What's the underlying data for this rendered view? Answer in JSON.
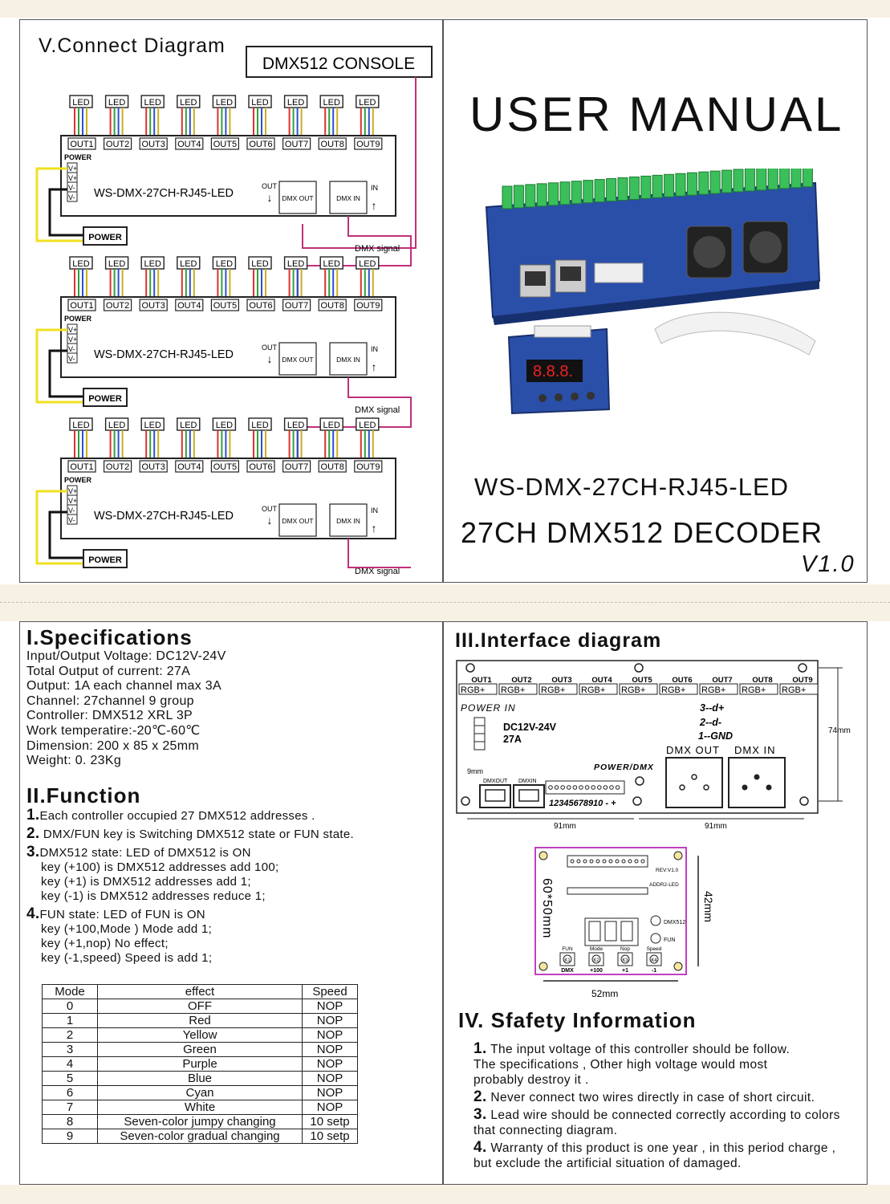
{
  "connect": {
    "title": "V.Connect Diagram",
    "console": "DMX512 CONSOLE",
    "led": "LED",
    "outputs": [
      "OUT1",
      "OUT2",
      "OUT3",
      "OUT4",
      "OUT5",
      "OUT6",
      "OUT7",
      "OUT8",
      "OUT9"
    ],
    "power_label": "POWER",
    "pins": [
      "V+",
      "V+",
      "V-",
      "V-"
    ],
    "model": "WS-DMX-27CH-RJ45-LED",
    "out": "OUT",
    "in": "IN",
    "dmx_out": "DMX OUT",
    "dmx_in": "DMX IN",
    "power_box": "POWER",
    "signal": "DMX  signal"
  },
  "cover": {
    "title": "USER MANUAL",
    "model": "WS-DMX-27CH-RJ45-LED",
    "subtitle": "27CH DMX512 DECODER",
    "version": "V1.0"
  },
  "specs": {
    "title": "I.Specifications",
    "lines": [
      "Input/Output Voltage: DC12V-24V",
      "Total Output of current: 27A",
      "Output: 1A each channel max 3A",
      "Channel: 27channel 9 group",
      "Controller: DMX512 XRL 3P",
      "Work temperatire:-20℃-60℃",
      "Dimension: 200 x 85 x 25mm",
      "Weight: 0. 23Kg"
    ]
  },
  "function": {
    "title": "II.Function",
    "items": [
      {
        "num": "1.",
        "text": "Each  controller  occupied 27 DMX512 addresses .",
        "sub": []
      },
      {
        "num": "2.",
        "text": " DMX/FUN key is Switching  DMX512  state or FUN state.",
        "sub": []
      },
      {
        "num": "3.",
        "text": "DMX512  state:  LED of DMX512 is ON",
        "sub": [
          "key (+100) is DMX512  addresses   add 100;",
          "key (+1) is  DMX512  addresses   add 1;",
          "key (-1) is  DMX512  addresses   reduce 1;"
        ]
      },
      {
        "num": "4.",
        "text": "FUN  state:  LED of FUN  is ON",
        "sub": [
          "key (+100,Mode )  Mode  add 1;",
          "key (+1,nop)  No effect;",
          "key (-1,speed) Speed is add 1;"
        ]
      }
    ]
  },
  "modes": {
    "headers": [
      "Mode",
      "effect",
      "Speed"
    ],
    "rows": [
      [
        "0",
        "OFF",
        "NOP"
      ],
      [
        "1",
        "Red",
        "NOP"
      ],
      [
        "2",
        "Yellow",
        "NOP"
      ],
      [
        "3",
        "Green",
        "NOP"
      ],
      [
        "4",
        "Purple",
        "NOP"
      ],
      [
        "5",
        "Blue",
        "NOP"
      ],
      [
        "6",
        "Cyan",
        "NOP"
      ],
      [
        "7",
        "White",
        "NOP"
      ],
      [
        "8",
        "Seven-color jumpy changing",
        "10 setp"
      ],
      [
        "9",
        "Seven-color gradual changing",
        "10 setp"
      ]
    ]
  },
  "interface": {
    "title": "III.Interface diagram",
    "outs": [
      "OUT1",
      "OUT2",
      "OUT3",
      "OUT4",
      "OUT5",
      "OUT6",
      "OUT7",
      "OUT8",
      "OUT9"
    ],
    "rgb": "RGB+",
    "power_in": "POWER  IN",
    "voltage": "DC12V-24V",
    "current": "27A",
    "pin3": "3--d+",
    "pin2": "2--d-",
    "pin1": "1--GND",
    "dmx_out": "DMX  OUT",
    "dmx_in": "DMX  IN",
    "power_dmx": "POWER/DMX",
    "dim_9": "9mm",
    "dmxout_small": "DMXOUT",
    "dmxin_small": "DMXIN",
    "pins_label": "12345678910 - +",
    "dim_91a": "91mm",
    "dim_91b": "91mm",
    "dim_74": "74mm",
    "board_60x50": "60*50mm",
    "dim_42": "42mm",
    "dim_52": "52mm",
    "keys": [
      "FUN",
      "Mode",
      "Nop",
      "Speed"
    ],
    "key_ids": [
      "K1",
      "K2",
      "K3",
      "K4"
    ],
    "key_bottom": [
      "DMX",
      "+100",
      "+1",
      "-1"
    ],
    "small_dmx512": "DMX512",
    "small_fun": "FUN",
    "small_rev": "REV:V1.0",
    "small_addr": "ADDR2-LED"
  },
  "safety": {
    "title": "IV. Sfafety Information",
    "items": [
      {
        "num": "1.",
        "lines": [
          " The input voltage of this controller should be follow.",
          " The specifications , Other high voltage would most",
          " probably destroy it ."
        ]
      },
      {
        "num": "2.",
        "lines": [
          " Never connect two wires directly in case of short circuit."
        ]
      },
      {
        "num": "3.",
        "lines": [
          " Lead wire should be connected correctly according to colors",
          "that connecting diagram."
        ]
      },
      {
        "num": "4.",
        "lines": [
          " Warranty of this product is one year , in this period charge ,",
          "but exclude the artificial situation of damaged."
        ]
      }
    ]
  },
  "colors": {
    "accent_magenta": "#c0307a",
    "wire_yellow": "#f0e020",
    "pcb_blue": "#2a4fa8"
  }
}
